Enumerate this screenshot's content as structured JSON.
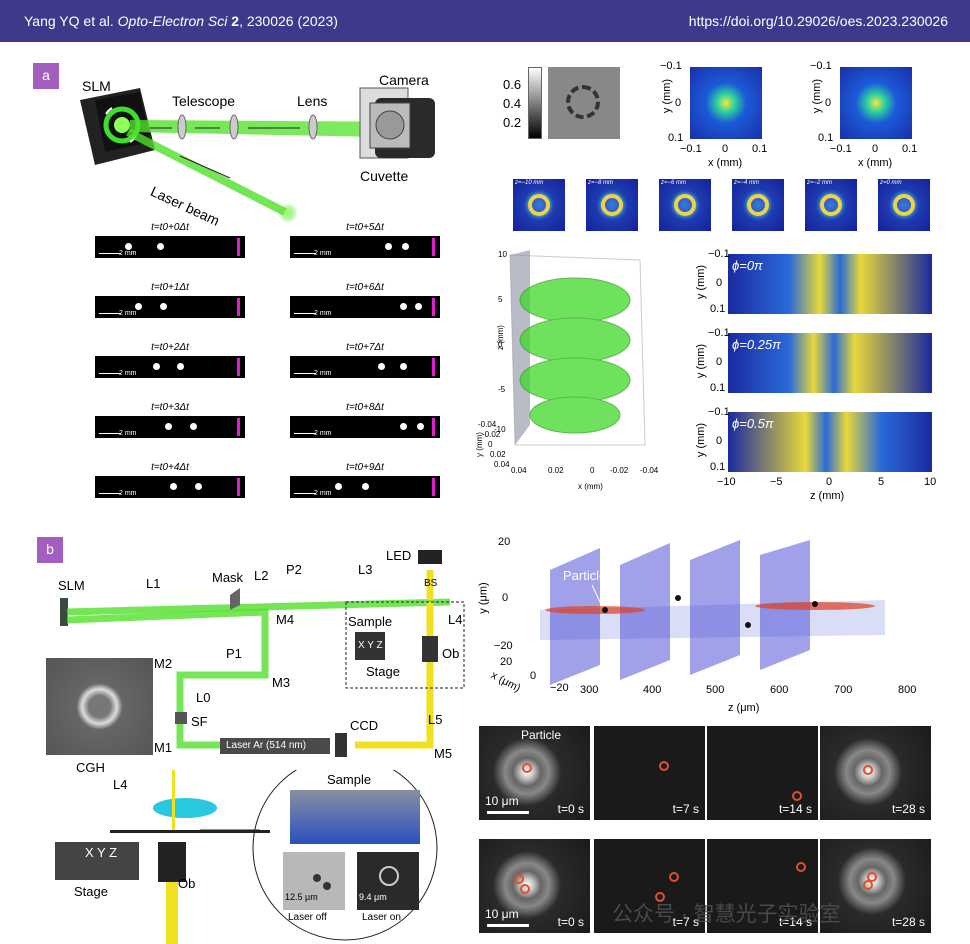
{
  "header": {
    "citation_authors": "Yang YQ et al.",
    "journal": "Opto-Electron Sci",
    "volume": "2",
    "article": ", 230026 (2023)",
    "doi": "https://doi.org/10.29026/oes.2023.230026"
  },
  "panel_a": {
    "label": "a",
    "slm": "SLM",
    "telescope": "Telescope",
    "lens": "Lens",
    "camera": "Camera",
    "cuvette": "Cuvette",
    "laser": "Laser beam",
    "frames": [
      "t=t0+0Δt",
      "t=t0+5Δt",
      "t=t0+1Δt",
      "t=t0+6Δt",
      "t=t0+2Δt",
      "t=t0+7Δt",
      "t=t0+3Δt",
      "t=t0+8Δt",
      "t=t0+4Δt",
      "t=t0+9Δt"
    ],
    "scale": "2 mm",
    "colorbar_ticks": [
      "0.6",
      "0.4",
      "0.2"
    ],
    "xy_axis": {
      "x": "x (mm)",
      "y": "y (mm)",
      "ticks_x": [
        "−0.1",
        "0",
        "0.1"
      ],
      "ticks_y": [
        "−0.1",
        "0",
        "0.1"
      ]
    },
    "z_slices": [
      "z=−10 mm",
      "z=−8 mm",
      "z=−6 mm",
      "z=−4 mm",
      "z=−2 mm",
      "z=0 mm"
    ],
    "iso3d": {
      "z": "z (mm)",
      "y": "y (mm)",
      "x": "x (mm)",
      "z_ticks": [
        "10",
        "5",
        "0",
        "-5",
        "-10"
      ],
      "x_ticks": [
        "0.04",
        "0.02",
        "0",
        "-0.02",
        "-0.04"
      ],
      "y_ticks": [
        "-0.04",
        "-0.02",
        "0",
        "0.02",
        "0.04"
      ]
    },
    "phases": [
      "ϕ=0π",
      "ϕ=0.25π",
      "ϕ=0.5π"
    ],
    "side_axis": {
      "y": "y (mm)",
      "z": "z (mm)",
      "y_ticks": [
        "−0.1",
        "0",
        "0.1"
      ],
      "z_ticks": [
        "−10",
        "−5",
        "0",
        "5",
        "10"
      ]
    }
  },
  "panel_b": {
    "label": "b",
    "slm": "SLM",
    "cgh": "CGH",
    "l1": "L1",
    "mask": "Mask",
    "l2": "L2",
    "p2": "P2",
    "l3": "L3",
    "led": "LED",
    "bs": "BS",
    "m4": "M4",
    "m2": "M2",
    "p1": "P1",
    "m3": "M3",
    "l0": "L0",
    "sf": "SF",
    "m1": "M1",
    "laser": "Laser Ar (514 nm)",
    "sample": "Sample",
    "l4": "L4",
    "ob": "Ob",
    "stage": "Stage",
    "xyz": "X Y Z",
    "ccd": "CCD",
    "l5": "L5",
    "m5": "M5",
    "zoom": {
      "sample": "Sample",
      "off_scale": "12.5 μm",
      "on_scale": "9.4 μm",
      "off": "Laser off",
      "on": "Laser on"
    },
    "plot3d": {
      "particle": "Particle",
      "y": "y (μm)",
      "x": "x (μm)",
      "z": "z (μm)",
      "y_ticks": [
        "20",
        "0",
        "−20"
      ],
      "x_ticks": [
        "20",
        "0",
        "−20"
      ],
      "z_ticks": [
        "300",
        "400",
        "500",
        "600",
        "700",
        "800"
      ]
    },
    "micro": {
      "particle": "Particle",
      "scale": "10 μm",
      "times": [
        "t=0 s",
        "t=7 s",
        "t=14 s",
        "t=28 s"
      ]
    }
  },
  "watermark": "公众号 · 智慧光子实验室"
}
